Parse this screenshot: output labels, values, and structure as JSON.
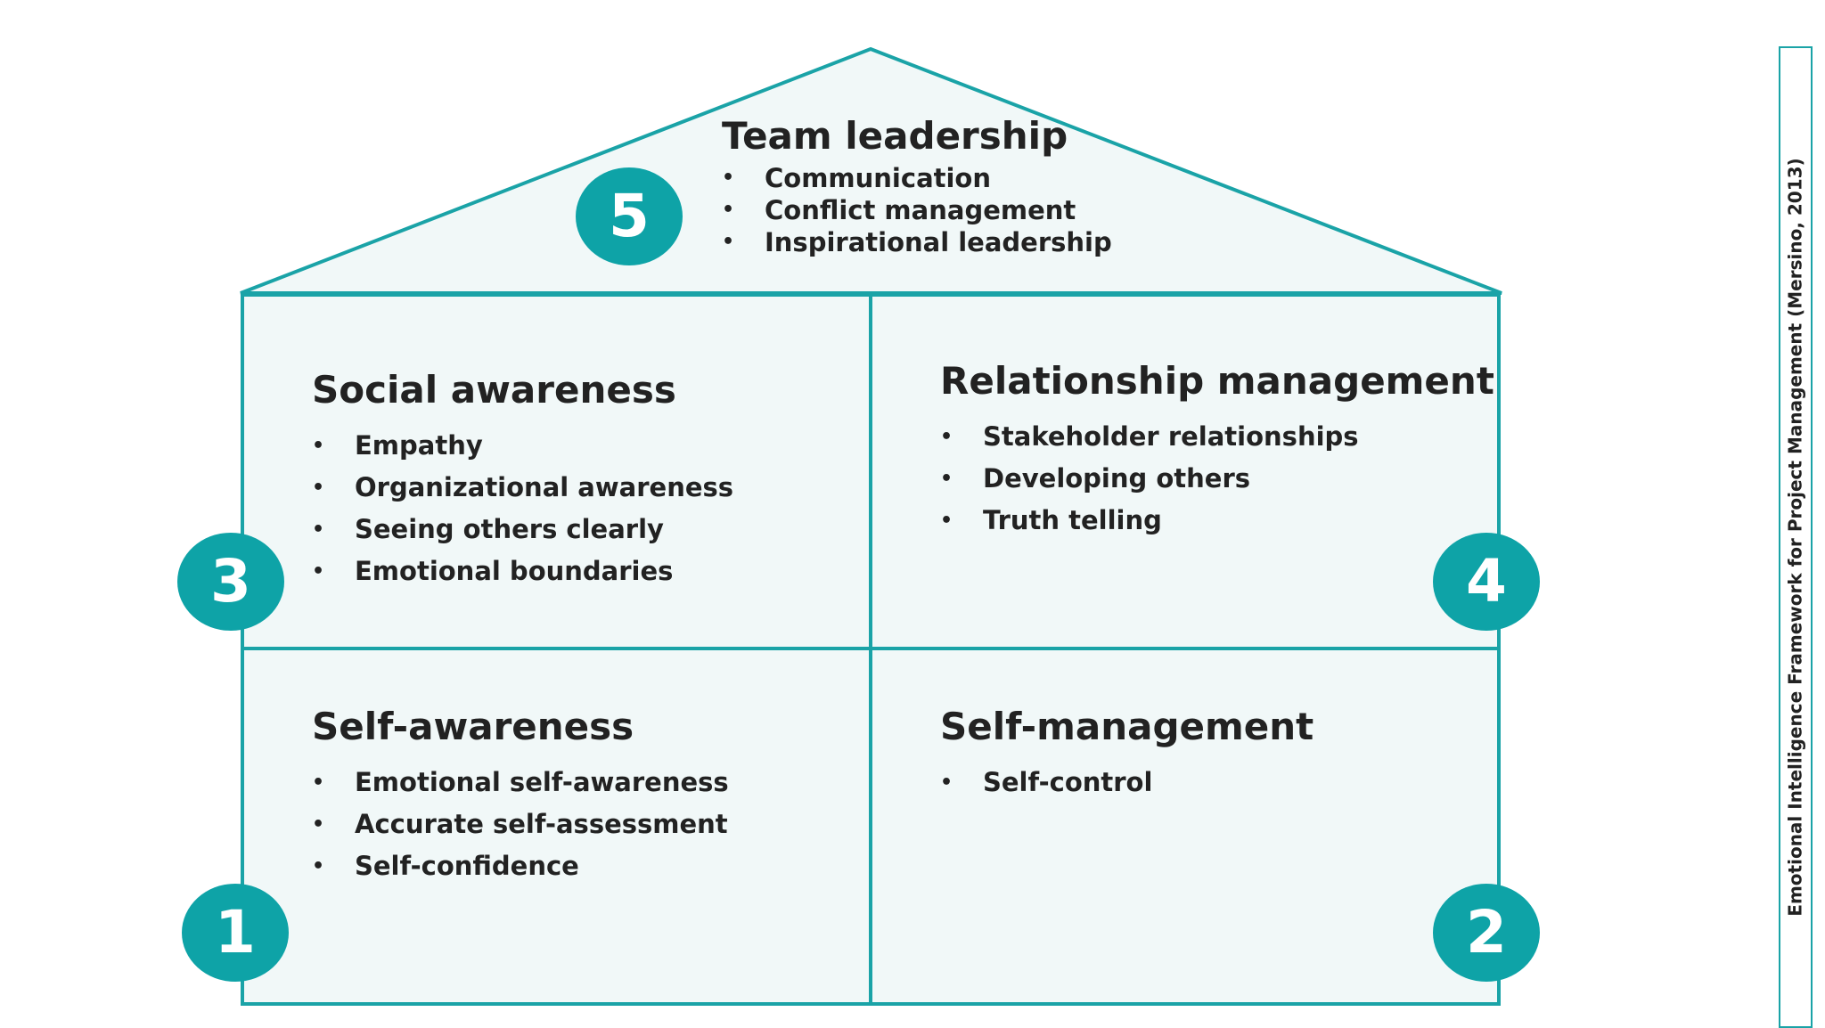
{
  "colors": {
    "accent": "#0ea3a7",
    "outline": "#1aa3a7",
    "fill": "#f1f8f8",
    "text": "#222222",
    "badge_text": "#ffffff"
  },
  "sections": {
    "team_leadership": {
      "number": "5",
      "title": "Team leadership",
      "items": [
        "Communication",
        "Conflict management",
        "Inspirational leadership"
      ]
    },
    "social_awareness": {
      "number": "3",
      "title": "Social awareness",
      "items": [
        "Empathy",
        "Organizational awareness",
        "Seeing others clearly",
        "Emotional boundaries"
      ]
    },
    "relationship_management": {
      "number": "4",
      "title": "Relationship management",
      "items": [
        "Stakeholder relationships",
        "Developing others",
        "Truth telling"
      ]
    },
    "self_awareness": {
      "number": "1",
      "title": "Self-awareness",
      "items": [
        "Emotional self-awareness",
        "Accurate self-assessment",
        "Self-confidence"
      ]
    },
    "self_management": {
      "number": "2",
      "title": "Self-management",
      "items": [
        "Self-control"
      ]
    }
  },
  "caption": "Emotional Intelligence Framework for Project Management (Mersino, 2013)"
}
